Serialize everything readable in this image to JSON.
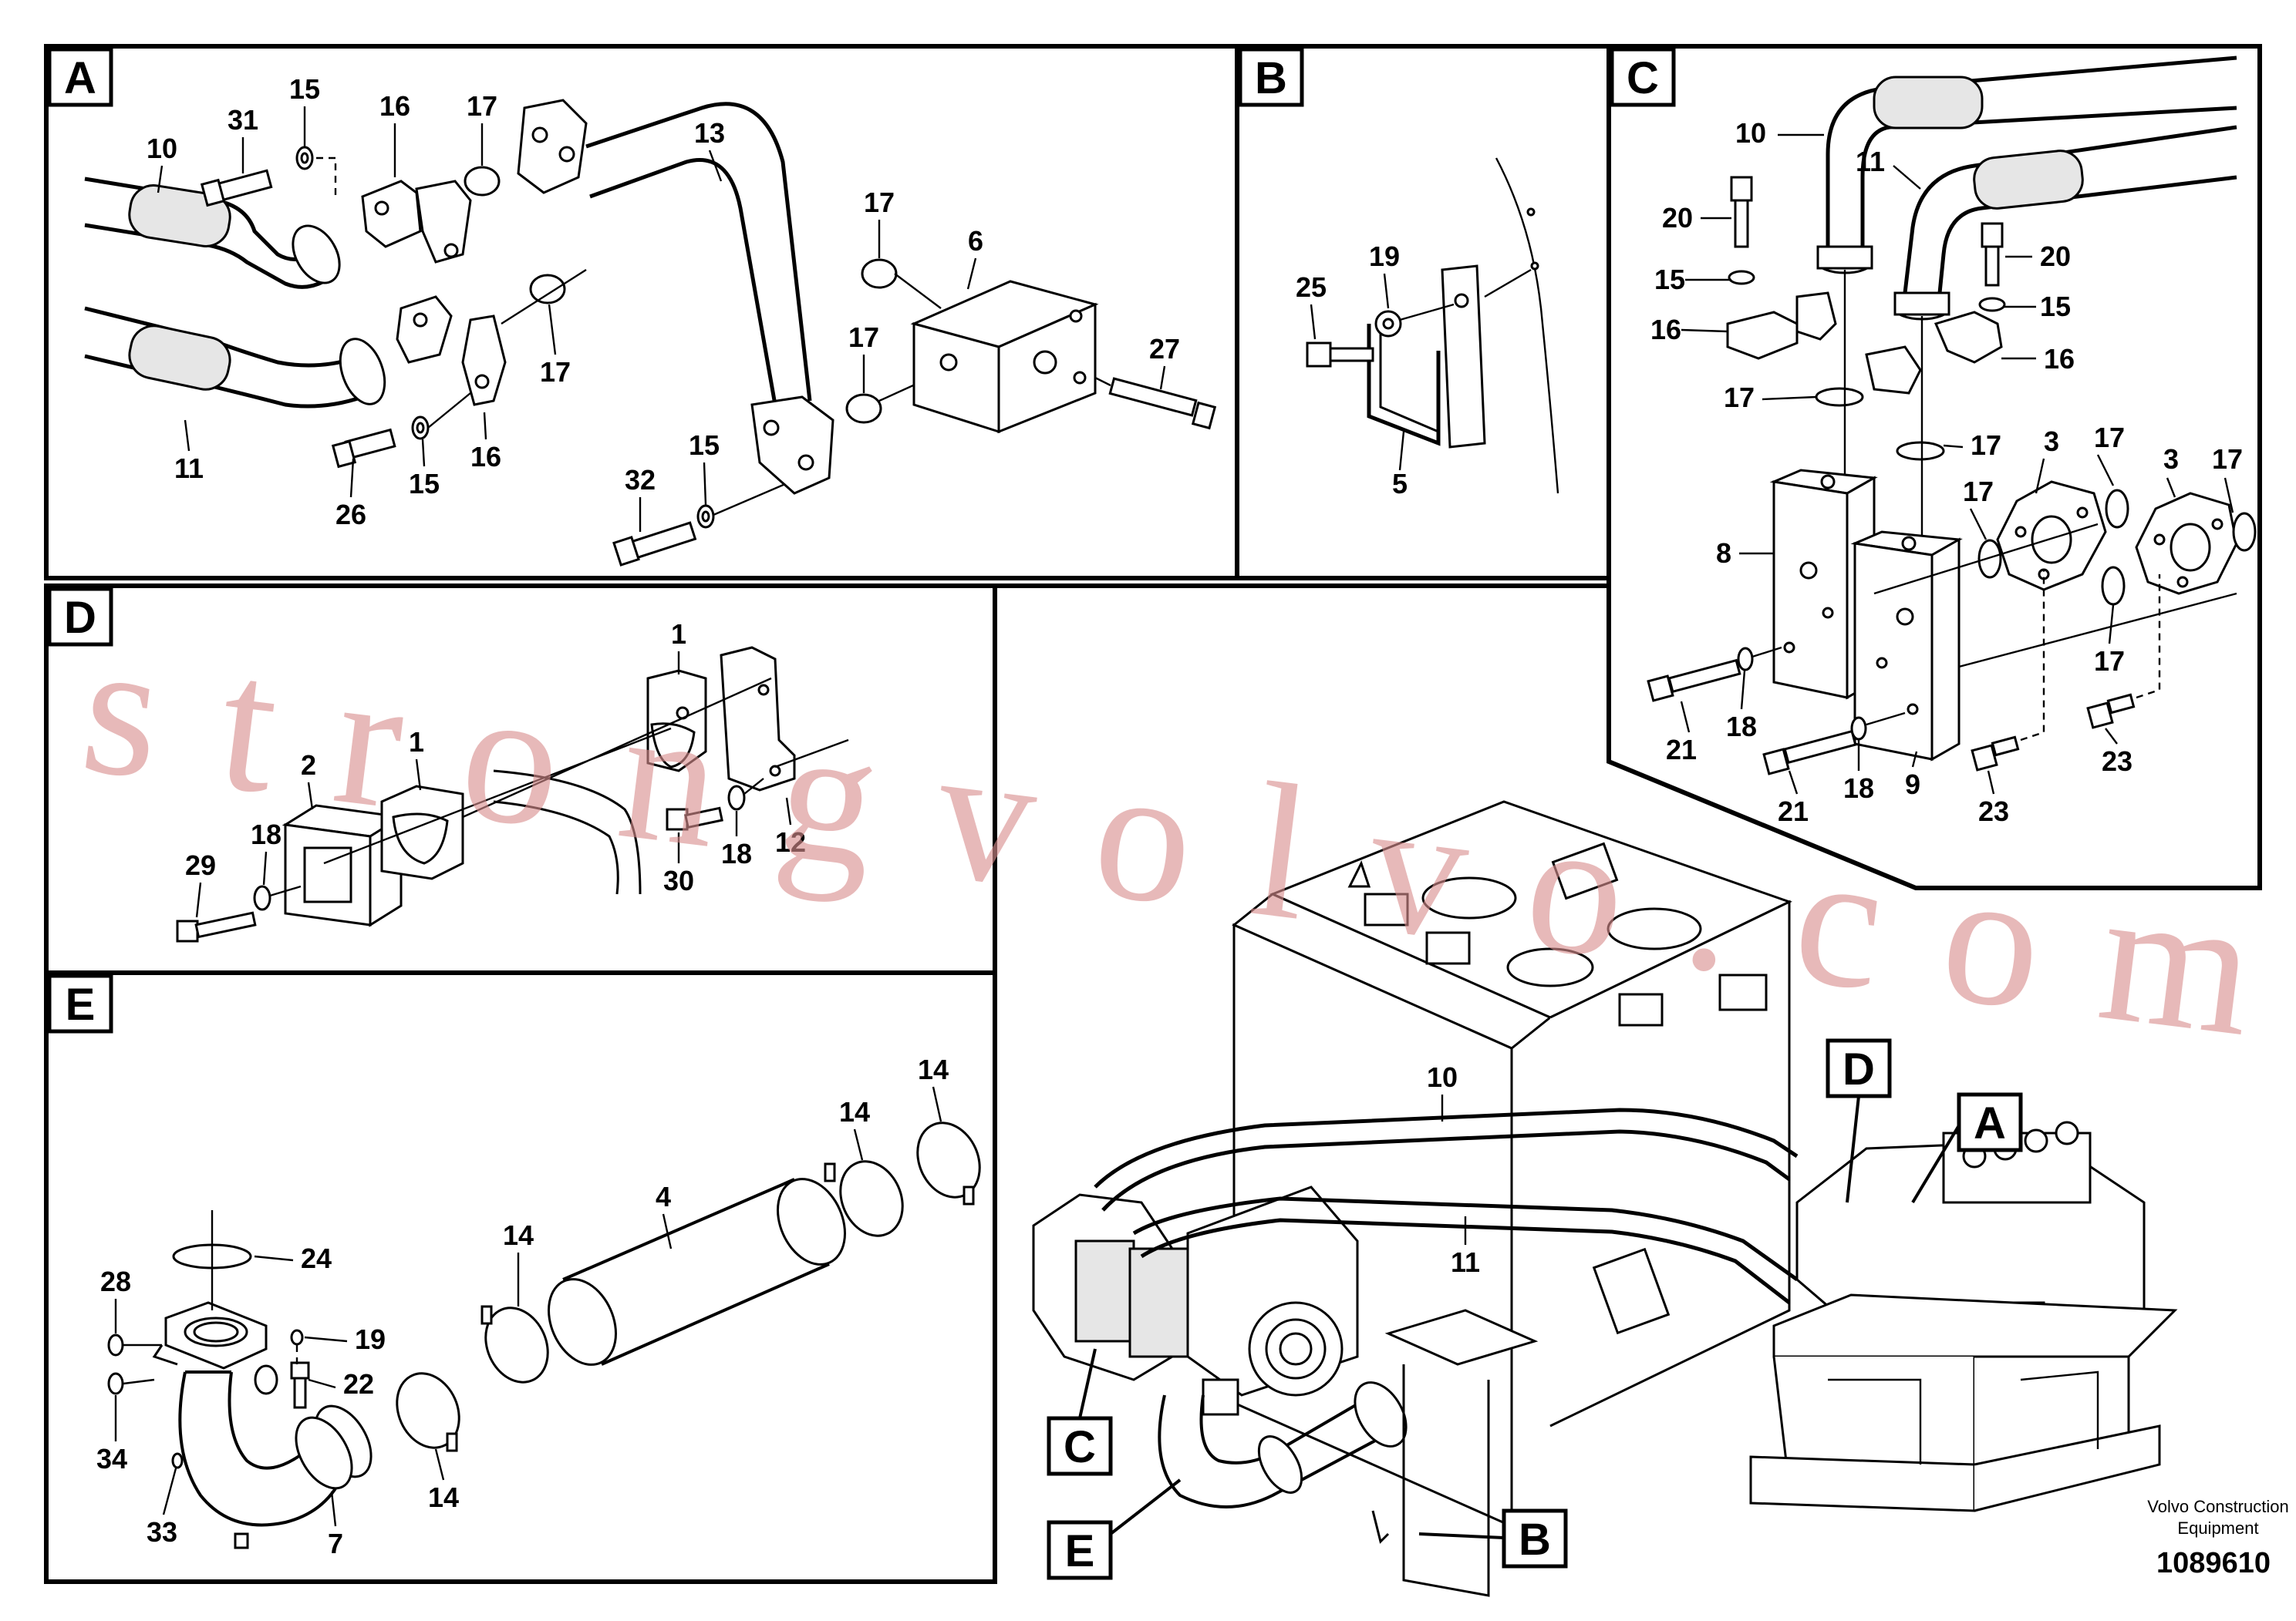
{
  "panels": {
    "A": {
      "letter": "A",
      "labels": {
        "c10": "10",
        "c31": "31",
        "c15a": "15",
        "c16a": "16",
        "c17a": "17",
        "c13": "13",
        "c17b": "17",
        "c6": "6",
        "c17c": "17",
        "c17d": "17",
        "c27": "27",
        "c11": "11",
        "c26": "26",
        "c15b": "15",
        "c16b": "16",
        "c32": "32",
        "c15c": "15"
      }
    },
    "B": {
      "letter": "B",
      "labels": {
        "c25": "25",
        "c19": "19",
        "c5": "5"
      }
    },
    "C": {
      "letter": "C",
      "labels": {
        "c10": "10",
        "c11": "11",
        "c20a": "20",
        "c15a": "15",
        "c16a": "16",
        "c17a": "17",
        "c20b": "20",
        "c15b": "15",
        "c16b": "16",
        "c17b": "17",
        "c3a": "3",
        "c17c": "17",
        "c3b": "3",
        "c17d": "17",
        "c17e": "17",
        "c8": "8",
        "c17f": "17",
        "c21a": "21",
        "c18a": "18",
        "c21b": "21",
        "c18b": "18",
        "c9": "9",
        "c23a": "23",
        "c23b": "23"
      }
    },
    "D": {
      "letter": "D",
      "labels": {
        "c1a": "1",
        "c1b": "1",
        "c2": "2",
        "c29": "29",
        "c18a": "18",
        "c30": "30",
        "c18b": "18",
        "c12": "12"
      }
    },
    "E": {
      "letter": "E",
      "labels": {
        "c14a": "14",
        "c14b": "14",
        "c4": "4",
        "c14c": "14",
        "c24": "24",
        "c28": "28",
        "c19": "19",
        "c22": "22",
        "c34": "34",
        "c14d": "14",
        "c33": "33",
        "c7": "7"
      }
    },
    "overview": {
      "labels": {
        "c10": "10",
        "c11": "11"
      },
      "callouts": {
        "D": "D",
        "A": "A",
        "C": "C",
        "E": "E",
        "B": "B"
      }
    }
  },
  "watermark": "strongvolvo.com",
  "footer": {
    "company_line1": "Volvo Construction",
    "company_line2": "Equipment",
    "part_number": "1089610"
  }
}
